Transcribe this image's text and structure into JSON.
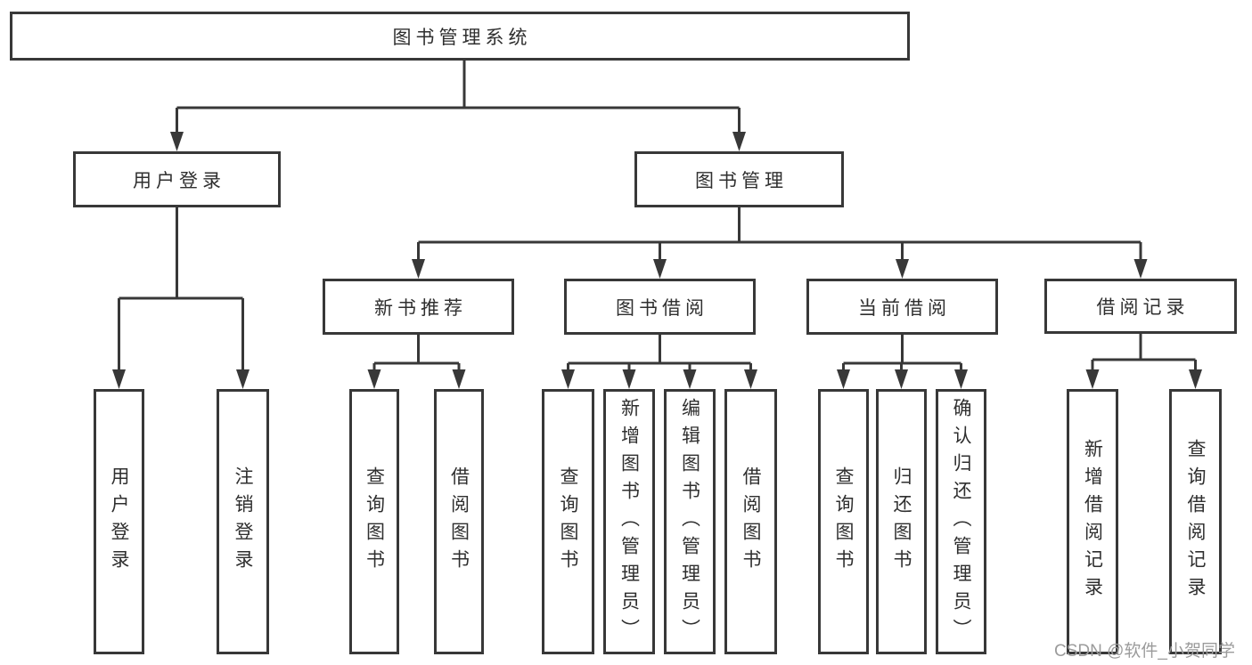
{
  "diagram": {
    "colors": {
      "line": "#383838",
      "box_border": "#383838",
      "box_background": "#ffffff",
      "text": "#2f2f2f",
      "watermark_text_color": "#9b9b9b"
    },
    "tree": {
      "root": {
        "label": "图书管理系统"
      },
      "branches": [
        {
          "label": "用户登录",
          "leaves": [
            {
              "label": "用户登录"
            },
            {
              "label": "注销登录"
            }
          ]
        },
        {
          "label": "图书管理",
          "groups": [
            {
              "label": "新书推荐",
              "leaves": [
                {
                  "label": "查询图书"
                },
                {
                  "label": "借阅图书"
                }
              ]
            },
            {
              "label": "图书借阅",
              "leaves": [
                {
                  "label": "查询图书"
                },
                {
                  "label": "新增图书（管理员）"
                },
                {
                  "label": "编辑图书（管理员）"
                },
                {
                  "label": "借阅图书"
                }
              ]
            },
            {
              "label": "当前借阅",
              "leaves": [
                {
                  "label": "查询图书"
                },
                {
                  "label": "归还图书"
                },
                {
                  "label": "确认归还（管理员）"
                }
              ]
            },
            {
              "label": "借阅记录",
              "leaves": [
                {
                  "label": "新增借阅记录"
                },
                {
                  "label": "查询借阅记录"
                }
              ]
            }
          ]
        }
      ]
    },
    "watermark": {
      "text": "CSDN @软件_小贺同学"
    }
  }
}
